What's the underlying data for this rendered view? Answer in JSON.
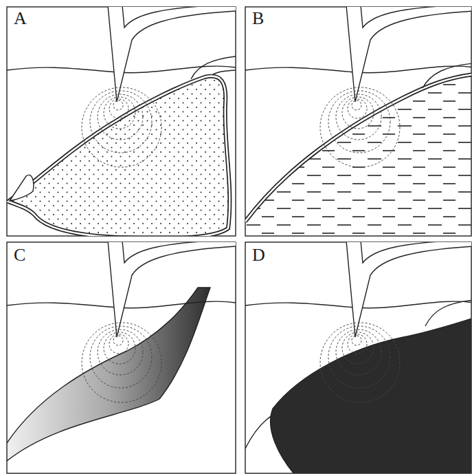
{
  "diagram": {
    "labels": [
      "A",
      "B",
      "C",
      "D"
    ]
  }
}
